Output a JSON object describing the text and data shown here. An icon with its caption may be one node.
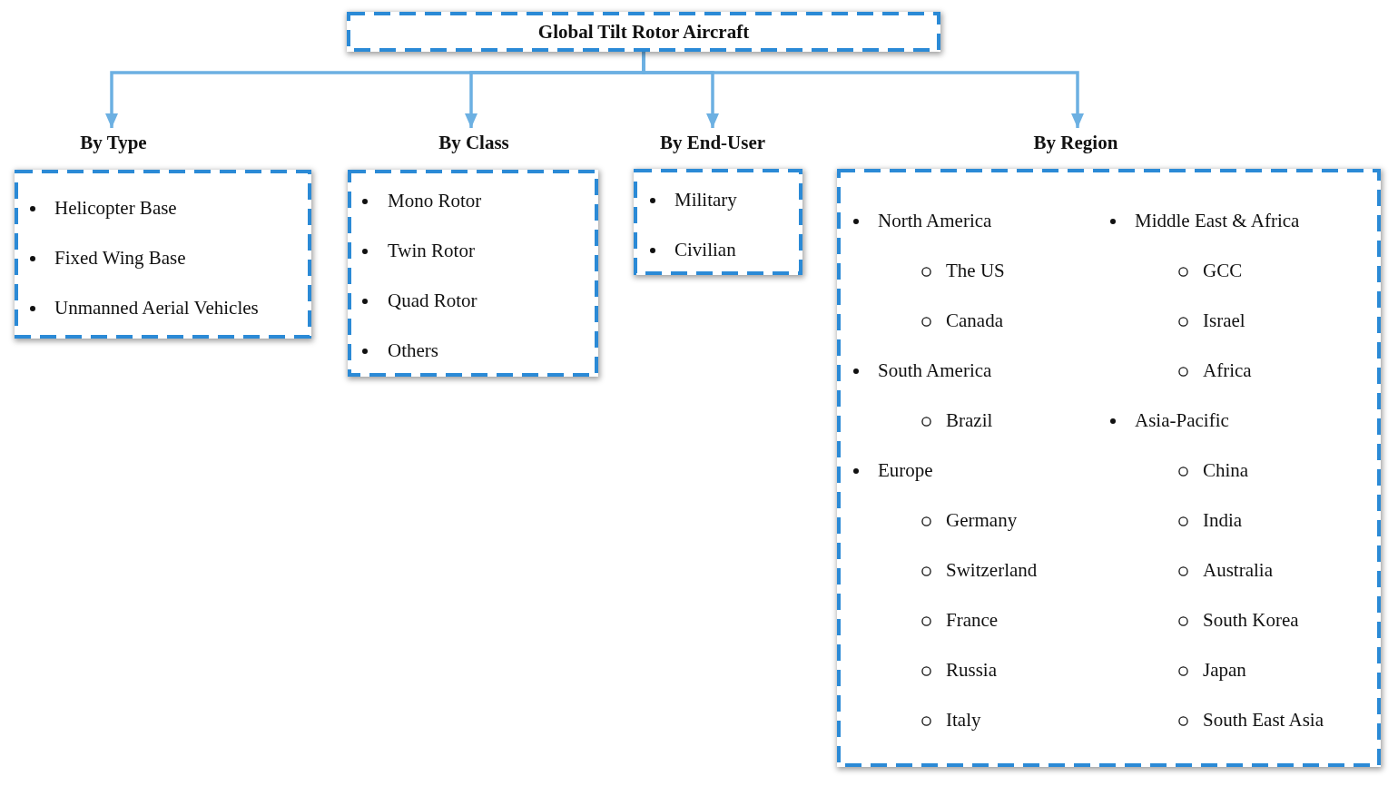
{
  "diagram": {
    "nodes": [
      {
        "text": [
          "Global Tilt Rotor Aircraft"
        ]
      },
      {
        "text": [
          "By Type",
          "Helicopter Base",
          "Fixed Wing Base",
          "Unmanned Aerial Vehicles"
        ]
      },
      {
        "text": [
          "By Class",
          "Mono Rotor",
          "Twin Rotor",
          "Quad Rotor",
          "Others"
        ]
      },
      {
        "text": [
          "By End-User",
          "Military",
          "Civilian"
        ]
      },
      {
        "text": [
          "By Region",
          "North America",
          "The US",
          "Canada",
          "South America",
          "Brazil",
          "Europe",
          "Germany",
          "Switzerland",
          "France",
          "Russia",
          "Italy",
          "Middle East & Africa",
          "GCC",
          "Israel",
          "Africa",
          "Asia-Pacific",
          "China",
          "India",
          "Australia",
          "South Korea",
          "Japan",
          "South East Asia"
        ]
      }
    ],
    "edges": [
      {
        "from": 0,
        "to": 1,
        "arrow": "to"
      },
      {
        "from": 0,
        "to": 2,
        "arrow": "to"
      },
      {
        "from": 0,
        "to": 3,
        "arrow": "to"
      },
      {
        "from": 0,
        "to": 4,
        "arrow": "to"
      }
    ]
  }
}
